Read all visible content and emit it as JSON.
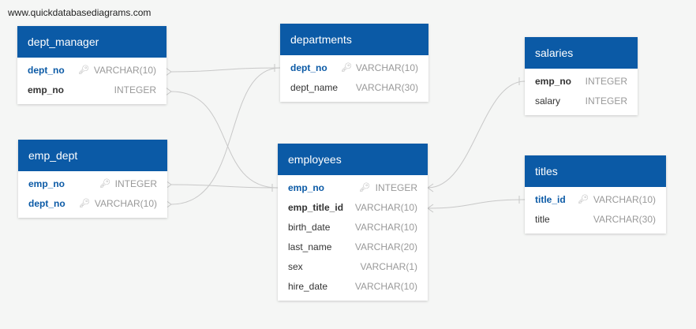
{
  "watermark": "www.quickdatabasediagrams.com",
  "colors": {
    "header": "#0b5aa6",
    "link": "#c8c8c8",
    "background": "#f5f6f5"
  },
  "tables": {
    "dept_manager": {
      "title": "dept_manager",
      "fields": [
        {
          "name": "dept_no",
          "type": "VARCHAR(10)",
          "key": true
        },
        {
          "name": "emp_no",
          "type": "INTEGER",
          "key": false
        }
      ]
    },
    "departments": {
      "title": "departments",
      "fields": [
        {
          "name": "dept_no",
          "type": "VARCHAR(10)",
          "key": true
        },
        {
          "name": "dept_name",
          "type": "VARCHAR(30)",
          "key": false
        }
      ]
    },
    "salaries": {
      "title": "salaries",
      "fields": [
        {
          "name": "emp_no",
          "type": "INTEGER",
          "key": false
        },
        {
          "name": "salary",
          "type": "INTEGER",
          "key": false
        }
      ]
    },
    "emp_dept": {
      "title": "emp_dept",
      "fields": [
        {
          "name": "emp_no",
          "type": "INTEGER",
          "key": true
        },
        {
          "name": "dept_no",
          "type": "VARCHAR(10)",
          "key": true
        }
      ]
    },
    "employees": {
      "title": "employees",
      "fields": [
        {
          "name": "emp_no",
          "type": "INTEGER",
          "key": true
        },
        {
          "name": "emp_title_id",
          "type": "VARCHAR(10)",
          "key": false
        },
        {
          "name": "birth_date",
          "type": "VARCHAR(10)",
          "key": false
        },
        {
          "name": "last_name",
          "type": "VARCHAR(20)",
          "key": false
        },
        {
          "name": "sex",
          "type": "VARCHAR(1)",
          "key": false
        },
        {
          "name": "hire_date",
          "type": "VARCHAR(10)",
          "key": false
        }
      ]
    },
    "titles": {
      "title": "titles",
      "fields": [
        {
          "name": "title_id",
          "type": "VARCHAR(10)",
          "key": true
        },
        {
          "name": "title",
          "type": "VARCHAR(30)",
          "key": false
        }
      ]
    }
  },
  "relationships": [
    {
      "from": "dept_manager.dept_no",
      "to": "departments.dept_no"
    },
    {
      "from": "dept_manager.emp_no",
      "to": "employees.emp_no"
    },
    {
      "from": "emp_dept.emp_no",
      "to": "employees.emp_no"
    },
    {
      "from": "emp_dept.dept_no",
      "to": "departments.dept_no"
    },
    {
      "from": "salaries.emp_no",
      "to": "employees.emp_no"
    },
    {
      "from": "employees.emp_title_id",
      "to": "titles.title_id"
    }
  ]
}
